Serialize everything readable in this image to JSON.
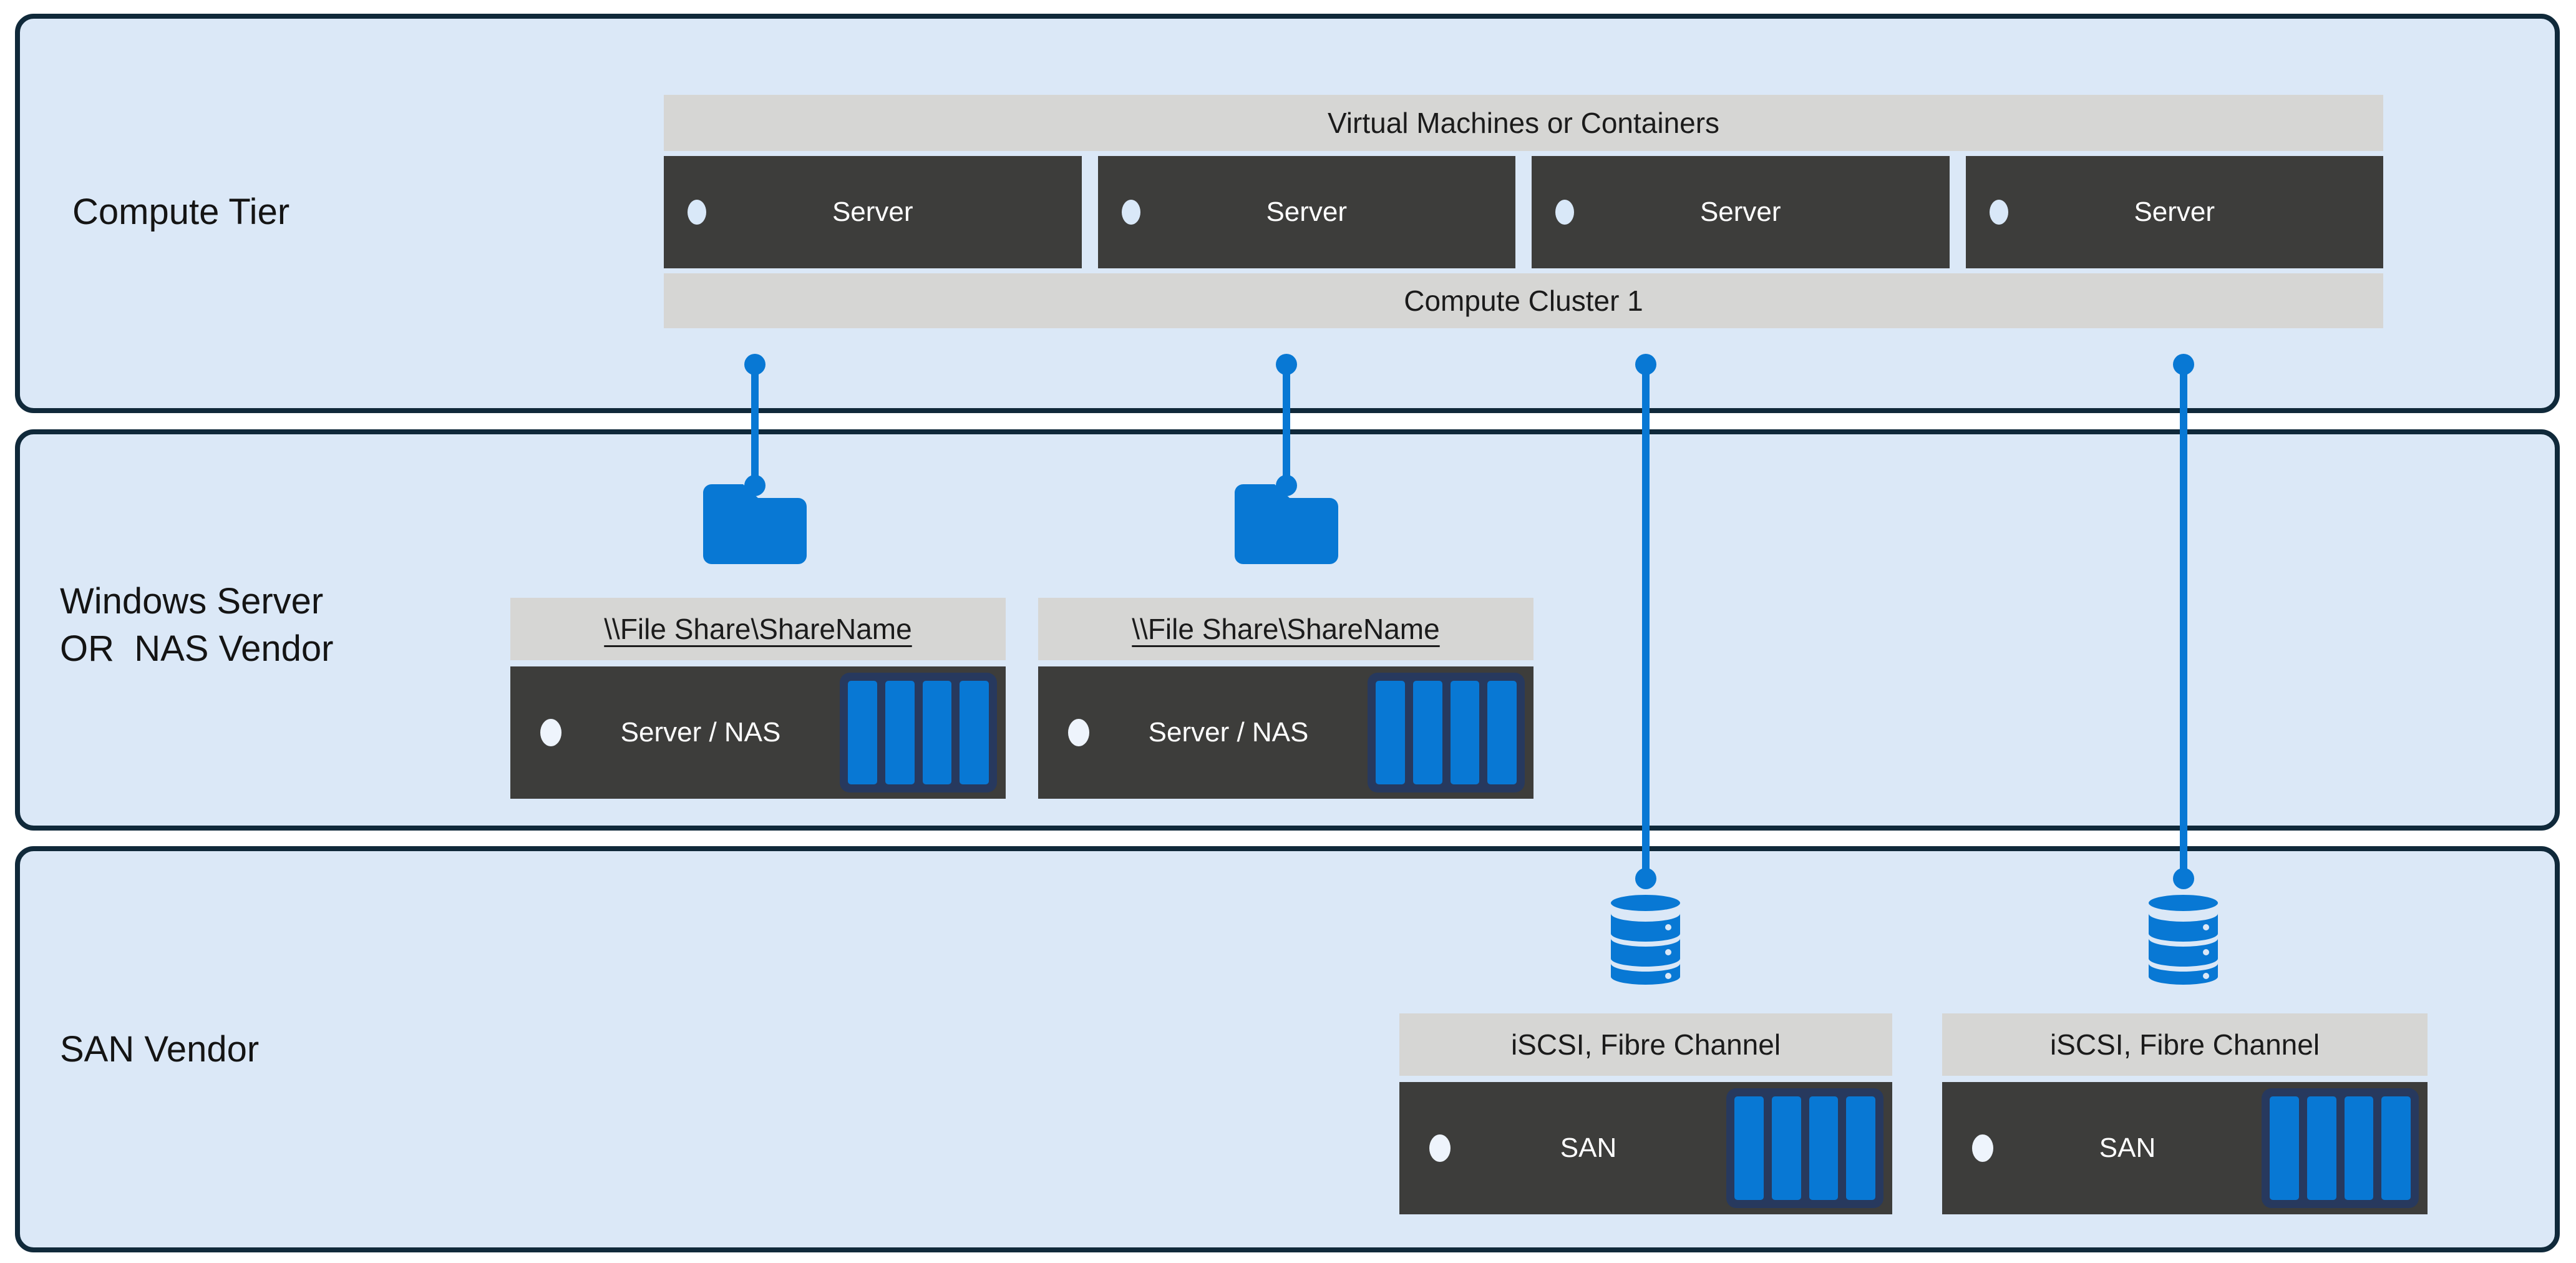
{
  "colors": {
    "accent_blue": "#0878D4",
    "tier_fill": "#DBE8F7",
    "tier_border": "#10293A",
    "bar_gray": "#D6D6D4",
    "box_dark": "#3D3D3B",
    "bay_navy": "#27395E"
  },
  "compute_tier": {
    "label": "Compute Tier",
    "top_bar": "Virtual Machines or Containers",
    "servers": [
      {
        "label": "Server"
      },
      {
        "label": "Server"
      },
      {
        "label": "Server"
      },
      {
        "label": "Server"
      }
    ],
    "bottom_bar": "Compute Cluster 1"
  },
  "file_tier": {
    "label_line1": "Windows Server",
    "label_line2": "OR  NAS Vendor",
    "groups": [
      {
        "share_path": "\\\\File Share\\ShareName",
        "device_label": "Server / NAS"
      },
      {
        "share_path": "\\\\File Share\\ShareName",
        "device_label": "Server / NAS"
      }
    ]
  },
  "san_tier": {
    "label": "SAN Vendor",
    "groups": [
      {
        "protocol_bar": "iSCSI, Fibre Channel",
        "device_label": "SAN"
      },
      {
        "protocol_bar": "iSCSI, Fibre Channel",
        "device_label": "SAN"
      }
    ]
  }
}
